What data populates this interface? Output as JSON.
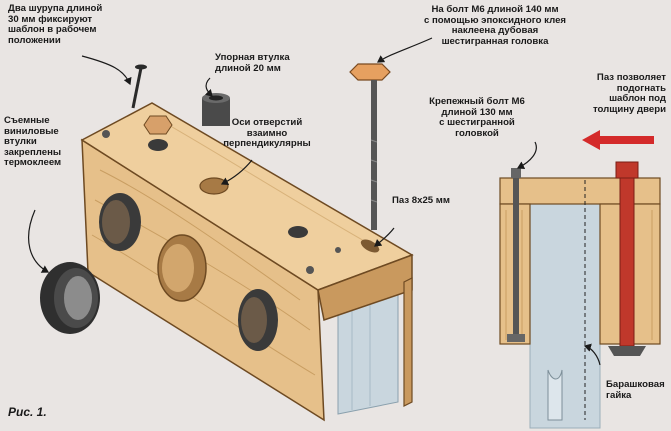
{
  "labels": {
    "screws": "Два шурупа длиной\n30 мм фиксируют\nшаблон в рабочем\nположении",
    "sleeve": "Упорная втулка\nдлиной 20 мм",
    "vinyl": "Съемные\nвиниловые\nвтулки\nзакреплены\nтермоклеем",
    "axes": "Оси отверстий\nвзаимно\nперпендикулярны",
    "bolt140": "На болт М6 длиной 140 мм\nс помощью эпоксидного клея\nнаклеена дубовая\nшестигранная головка",
    "groove_note": "Паз позволяет\nподогнать\nшаблон под\nтолщину двери",
    "bolt130": "Крепежный болт М6\nдлиной 130 мм\nс шестигранной\nголовкой",
    "slot": "Паз 8х25 мм",
    "wingnut": "Барашковая\nгайка",
    "figure": "Рис. 1."
  },
  "colors": {
    "background": "#e9e5e3",
    "wood": "#e6c08a",
    "wood_dark": "#b98a52",
    "bolt_red": "#c0382b",
    "arrow_red": "#d42a2a",
    "sleeve_dark": "#3a3a3a",
    "door_blue": "#c9d6de",
    "text": "#1a1a1a"
  },
  "icons": {
    "pointer": "curved-arrow-icon",
    "direction": "red-left-arrow-icon"
  }
}
